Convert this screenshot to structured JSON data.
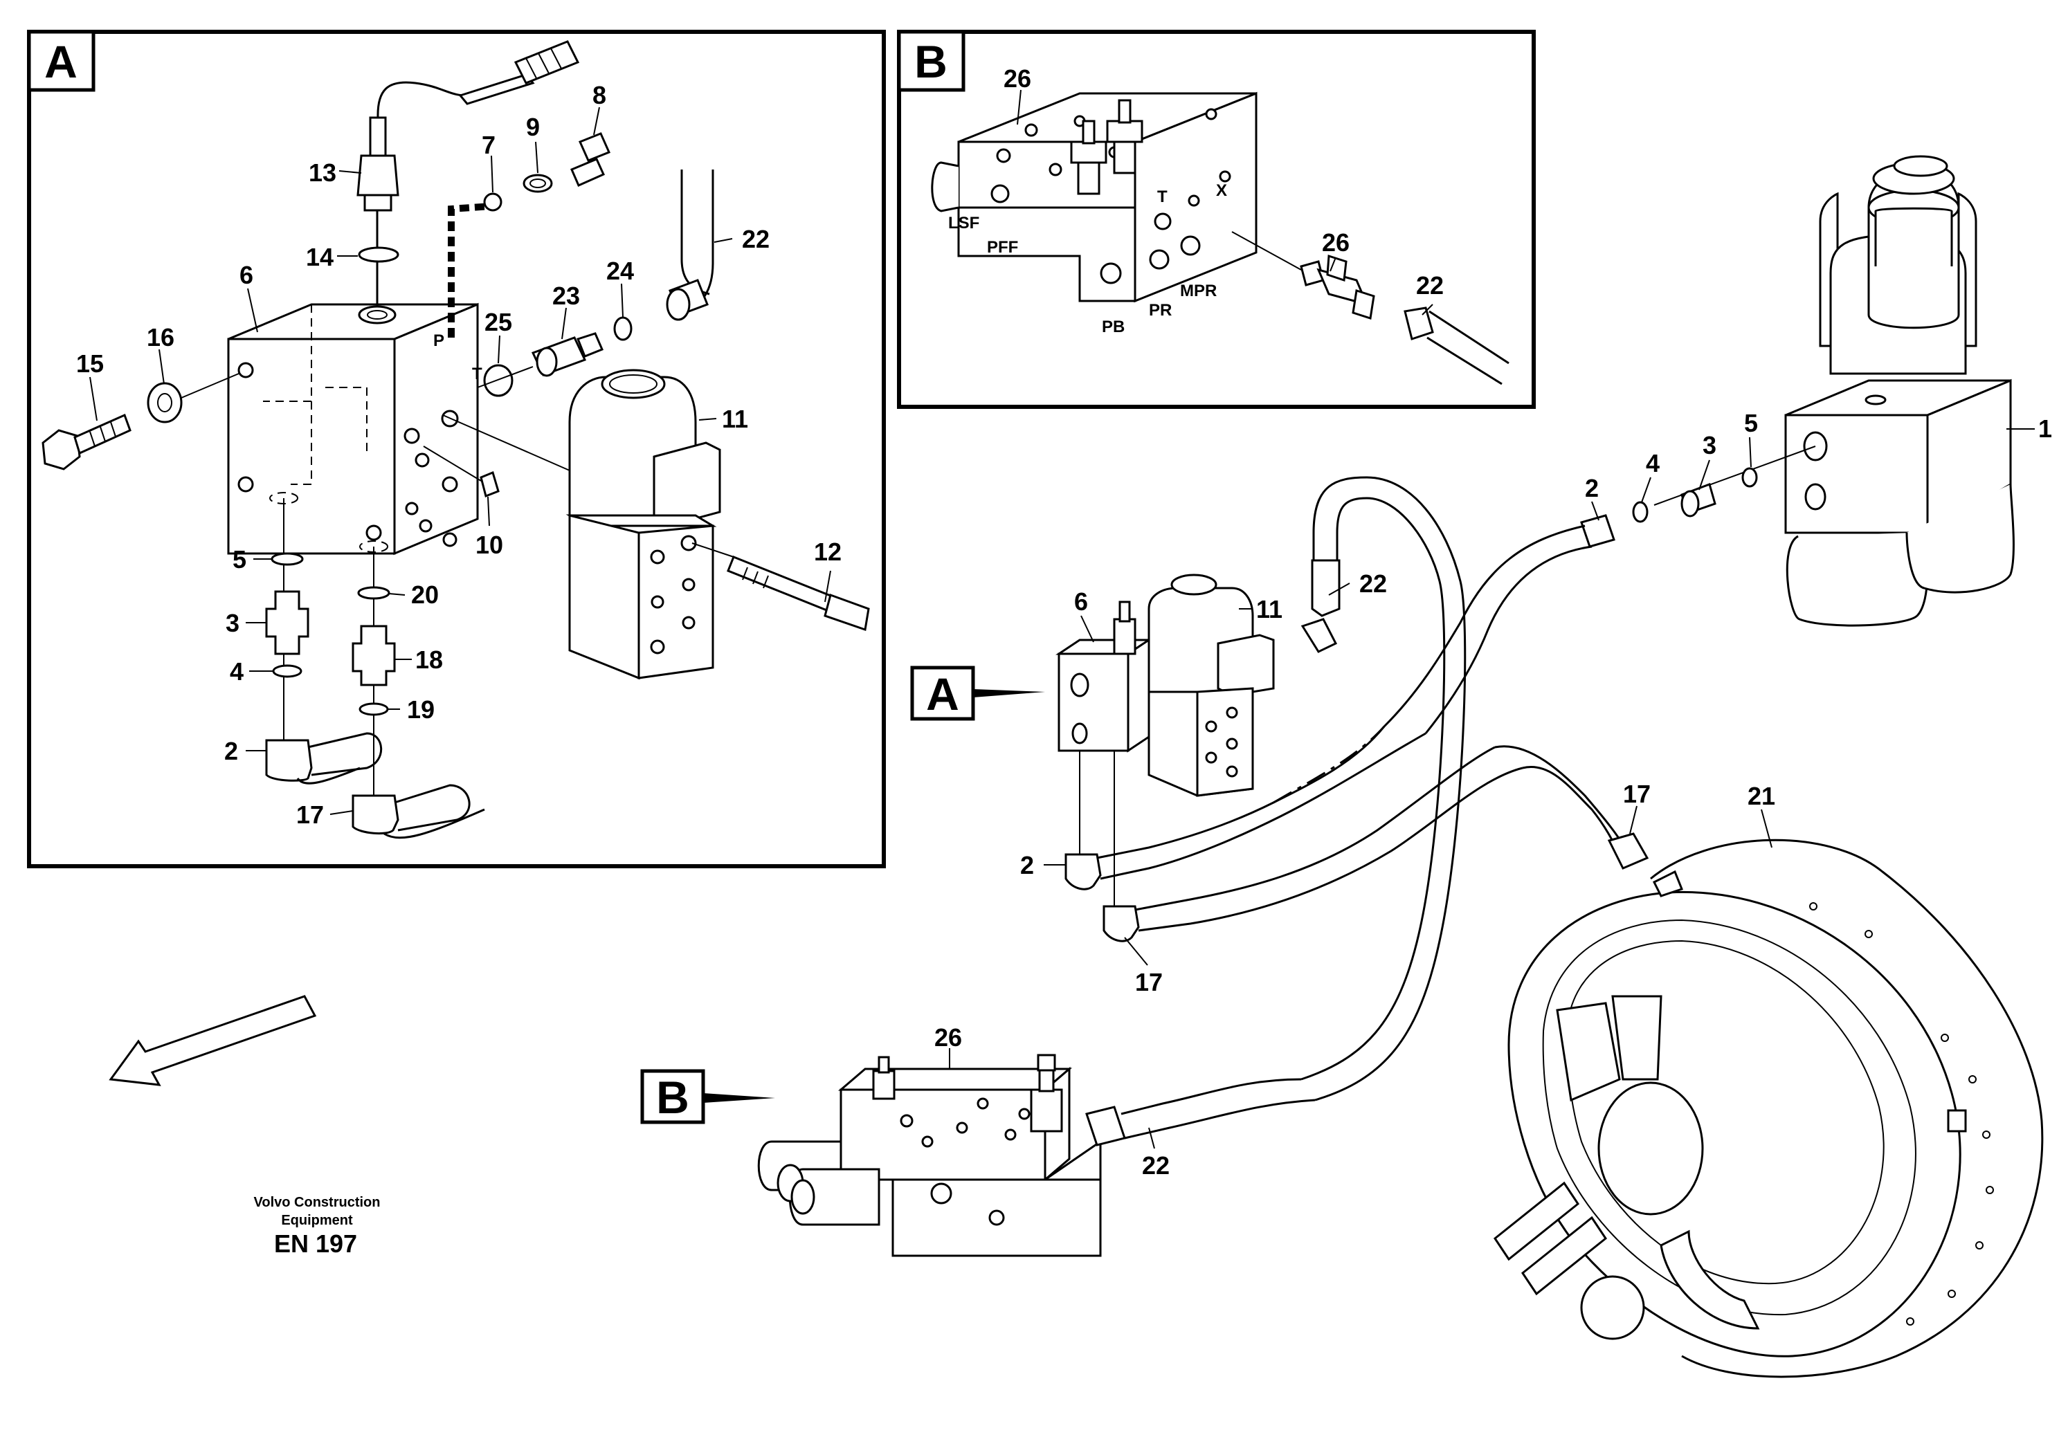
{
  "panels": {
    "a": {
      "tag": "A"
    },
    "b": {
      "tag": "B"
    }
  },
  "callouts": {
    "a": [
      "A",
      "B"
    ]
  },
  "port_labels": {
    "panel_a": [
      "P",
      "T"
    ],
    "panel_b": [
      "LSF",
      "PFF",
      "T",
      "X",
      "PB",
      "PR",
      "MPR"
    ]
  },
  "part_numbers": {
    "panel_a": [
      "13",
      "14",
      "7",
      "9",
      "8",
      "22",
      "6",
      "16",
      "15",
      "25",
      "23",
      "24",
      "11",
      "10",
      "12",
      "5",
      "20",
      "3",
      "18",
      "4",
      "19",
      "2",
      "17"
    ],
    "panel_b": [
      "26",
      "26",
      "22"
    ],
    "main": [
      "1",
      "2",
      "4",
      "3",
      "5",
      "22",
      "11",
      "6",
      "17",
      "21",
      "2",
      "17",
      "26",
      "22"
    ]
  },
  "credit": {
    "line1": "Volvo Construction",
    "line2": "Equipment",
    "code": "EN 197"
  },
  "colors": {
    "ink": "#000000",
    "paper": "#ffffff"
  }
}
